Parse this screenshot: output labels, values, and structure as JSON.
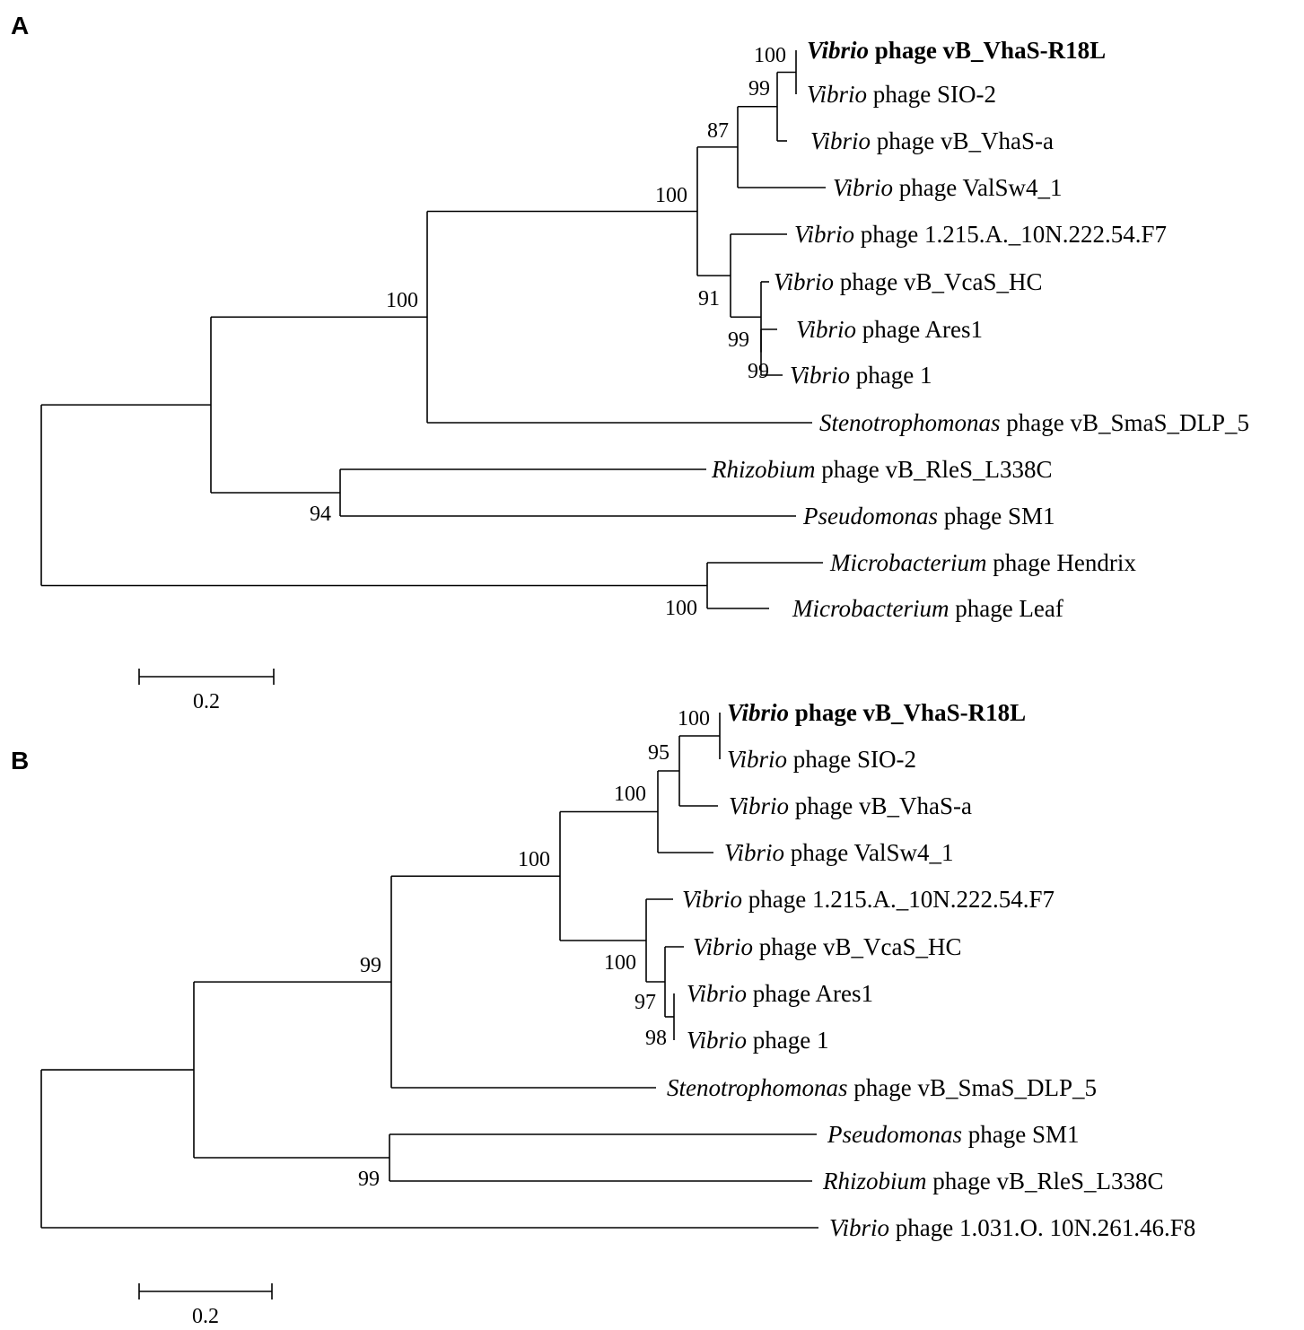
{
  "scale_bar": "0.2",
  "panels": [
    {
      "id": "A",
      "label": "A",
      "leaves": [
        {
          "id": "a_r18l",
          "genus": "Vibrio",
          "rest": " phage vB_VhaS-R18L",
          "bold": true
        },
        {
          "id": "a_sio2",
          "genus": "Vibrio",
          "rest": " phage SIO-2"
        },
        {
          "id": "a_vhasa",
          "genus": "Vibrio",
          "rest": " phage vB_VhaS-a"
        },
        {
          "id": "a_valsw",
          "genus": "Vibrio",
          "rest": " phage ValSw4_1"
        },
        {
          "id": "a_1215",
          "genus": "Vibrio",
          "rest": " phage 1.215.A._10N.222.54.F7"
        },
        {
          "id": "a_vcas",
          "genus": "Vibrio",
          "rest": " phage vB_VcaS_HC"
        },
        {
          "id": "a_ares",
          "genus": "Vibrio",
          "rest": " phage Ares1"
        },
        {
          "id": "a_p1",
          "genus": "Vibrio",
          "rest": " phage 1"
        },
        {
          "id": "a_steno",
          "genus": "Stenotrophomonas",
          "rest": " phage vB_SmaS_DLP_5"
        },
        {
          "id": "a_rhizo",
          "genus": "Rhizobium",
          "rest": " phage vB_RleS_L338C"
        },
        {
          "id": "a_pseudo",
          "genus": "Pseudomonas",
          "rest": " phage SM1"
        },
        {
          "id": "a_hend",
          "genus": "Microbacterium",
          "rest": " phage Hendrix"
        },
        {
          "id": "a_leaf",
          "genus": "Microbacterium",
          "rest": " phage Leaf"
        }
      ],
      "bootstraps": [
        "100",
        "99",
        "87",
        "100",
        "91",
        "99",
        "99",
        "100",
        "94",
        "100"
      ]
    },
    {
      "id": "B",
      "label": "B",
      "leaves": [
        {
          "id": "b_r18l",
          "genus": "Vibrio",
          "rest": " phage vB_VhaS-R18L",
          "bold": true
        },
        {
          "id": "b_sio2",
          "genus": "Vibrio",
          "rest": " phage SIO-2"
        },
        {
          "id": "b_vhasa",
          "genus": "Vibrio",
          "rest": " phage vB_VhaS-a"
        },
        {
          "id": "b_valsw",
          "genus": "Vibrio",
          "rest": " phage ValSw4_1"
        },
        {
          "id": "b_1215",
          "genus": "Vibrio",
          "rest": " phage 1.215.A._10N.222.54.F7"
        },
        {
          "id": "b_vcas",
          "genus": "Vibrio",
          "rest": " phage vB_VcaS_HC"
        },
        {
          "id": "b_ares",
          "genus": "Vibrio",
          "rest": " phage Ares1"
        },
        {
          "id": "b_p1",
          "genus": "Vibrio",
          "rest": " phage 1"
        },
        {
          "id": "b_steno",
          "genus": "Stenotrophomonas",
          "rest": " phage vB_SmaS_DLP_5"
        },
        {
          "id": "b_pseudo",
          "genus": "Pseudomonas",
          "rest": " phage SM1"
        },
        {
          "id": "b_rhizo",
          "genus": "Rhizobium",
          "rest": " phage vB_RleS_L338C"
        },
        {
          "id": "b_1031",
          "genus": "Vibrio",
          "rest": " phage 1.031.O. 10N.261.46.F8"
        }
      ],
      "bootstraps": [
        "100",
        "95",
        "100",
        "100",
        "100",
        "97",
        "98",
        "99",
        "99"
      ]
    }
  ]
}
